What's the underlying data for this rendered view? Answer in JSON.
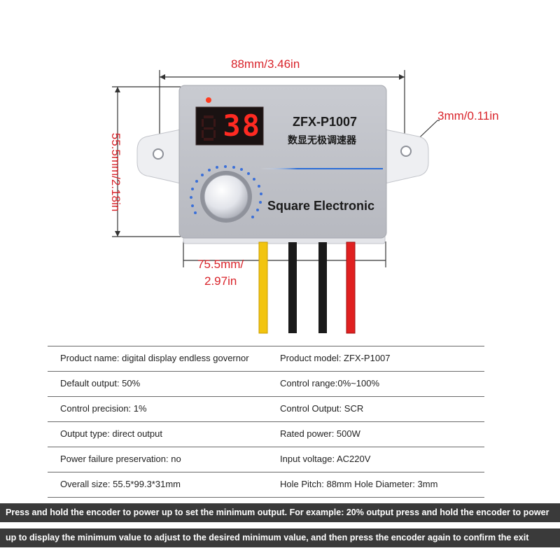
{
  "dimensions": {
    "width": "88mm/3.46in",
    "height": "55.5mm/2.18in",
    "hole_size": "3mm/0.11in",
    "base_width_line1": "75.5mm/",
    "base_width_line2": "2.97in"
  },
  "device": {
    "display_value": "38",
    "model": "ZFX-P1007",
    "chinese_name": "数显无极调速器",
    "brand": "Square Electronic",
    "wire_colors": [
      "#f2c40f",
      "#1a1a1a",
      "#1a1a1a",
      "#e02020"
    ],
    "accent_color": "#2a6cd6",
    "led_color": "#ff3b1f"
  },
  "specs": [
    {
      "left": "Product name: digital display endless governor",
      "right": "Product model: ZFX-P1007"
    },
    {
      "left": "Default output: 50%",
      "right": "Control range:0%~100%"
    },
    {
      "left": "Control precision: 1%",
      "right": "Control Output: SCR"
    },
    {
      "left": "Output type: direct output",
      "right": "Rated power: 500W"
    },
    {
      "left": "Power failure preservation: no",
      "right": "Input voltage: AC220V"
    },
    {
      "left": "Overall size: 55.5*99.3*31mm",
      "right": "Hole Pitch: 88mm Hole Diameter: 3mm"
    }
  ],
  "notes": {
    "line1": "Press and hold the encoder to power up to set the minimum output. For example: 20% output press and hold the encoder to power",
    "line2": "up to display the minimum value to adjust to the desired minimum value, and then press the encoder again to confirm the exit"
  }
}
